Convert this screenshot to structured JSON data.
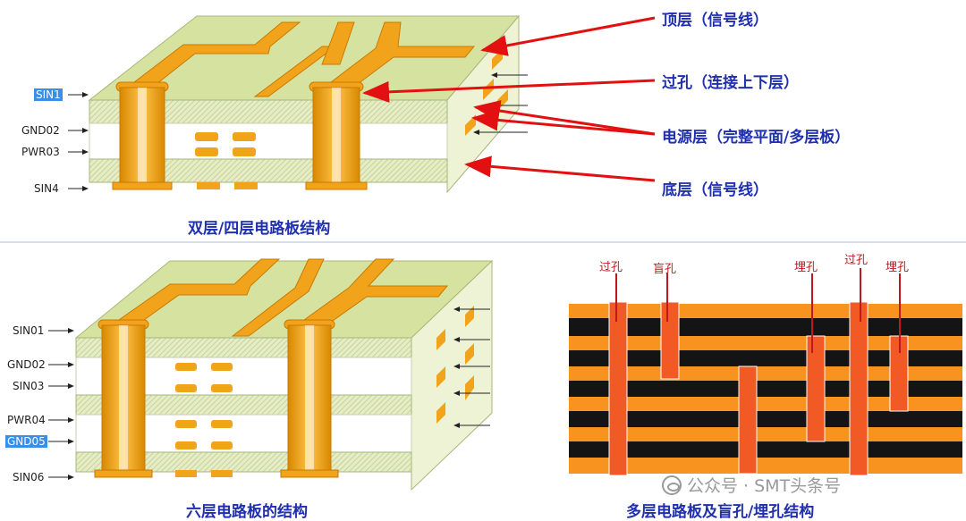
{
  "diagram_top": {
    "caption": "双层/四层电路板结构",
    "layers": [
      "SIN1",
      "GND02",
      "PWR03",
      "SIN4"
    ],
    "annotations": [
      "顶层（信号线）",
      "过孔（连接上下层）",
      "电源层（完整平面/多层板）",
      "底层（信号线）"
    ]
  },
  "diagram_six": {
    "caption": "六层电路板的结构",
    "layers": [
      "SIN01",
      "GND02",
      "SIN03",
      "PWR04",
      "GND05",
      "SIN06"
    ]
  },
  "diagram_multi": {
    "caption": "多层电路板及盲孔/埋孔结构",
    "holes": [
      "过孔",
      "盲孔",
      "埋孔",
      "过孔",
      "埋孔"
    ]
  },
  "watermark": "公众号 · SMT头条号",
  "colors": {
    "board_top": "#d6e3a0",
    "dielectric": "#e3ebc0",
    "copper": "#f2a31c",
    "copper_dark": "#c97a00",
    "annotation": "#1f2fb0",
    "arrow": "#e21010",
    "black_layer": "#141414"
  }
}
